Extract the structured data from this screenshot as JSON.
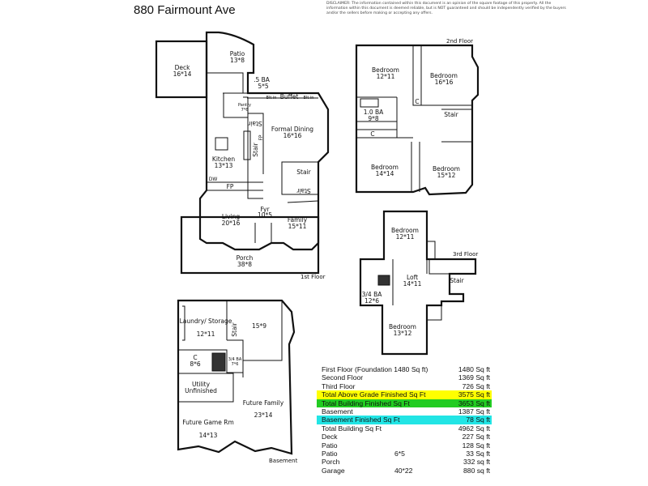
{
  "title": "880 Fairmount Ave",
  "disclaimer": "DISCLAIMER: The information contained within this document is an opinion of the square footage of this property. All the information within this document is deemed reliable, but is NOT guaranteed and should be independently verified by the buyers and/or the sellers before making or accepting any offers.",
  "first_floor": {
    "label": "1st Floor",
    "rooms": [
      {
        "name": "Deck",
        "dims": "16*14"
      },
      {
        "name": "Patio",
        "dims": "13*8"
      },
      {
        "name": ".5 BA",
        "dims": "5*5"
      },
      {
        "name": "Pantry",
        "dims": "7*6"
      },
      {
        "name": "Formal Dining",
        "dims": "16*16"
      },
      {
        "name": "Kitchen",
        "dims": "13*13"
      },
      {
        "name": "Living",
        "dims": "20*16"
      },
      {
        "name": "Fyr",
        "dims": "10*5"
      },
      {
        "name": "Family",
        "dims": "15*11"
      },
      {
        "name": "Porch",
        "dims": "38*8"
      }
    ],
    "labels": {
      "bltin": "Blt in",
      "buffet": "Buffet",
      "stair": "Stair",
      "fp": "FP",
      "dw": "DW"
    }
  },
  "second_floor": {
    "label": "2nd Floor",
    "rooms": [
      {
        "name": "Bedroom",
        "dims": "12*11"
      },
      {
        "name": "Bedroom",
        "dims": "16*16"
      },
      {
        "name": "1.0 BA",
        "dims": "9*8"
      },
      {
        "name": "Bedroom",
        "dims": "14*14"
      },
      {
        "name": "Bedroom",
        "dims": "15*12"
      }
    ],
    "stair": "Stair",
    "closet": "C"
  },
  "third_floor": {
    "label": "3rd Floor",
    "rooms": [
      {
        "name": "Bedroom",
        "dims": "12*11"
      },
      {
        "name": "Loft",
        "dims": "14*11"
      },
      {
        "name": "3/4 BA",
        "dims": "12*6"
      },
      {
        "name": "Bedroom",
        "dims": "13*12"
      }
    ],
    "stair": "Stair"
  },
  "basement": {
    "label": "Basement",
    "rooms": [
      {
        "name": "Laundry/ Storage",
        "dims": "12*11"
      },
      {
        "name": "",
        "dims": "15*9"
      },
      {
        "name": "C",
        "dims": "8*6"
      },
      {
        "name": "3/4 BA",
        "dims": "7*6"
      },
      {
        "name": "Utility",
        "dims": "Unfinished"
      },
      {
        "name": "Future Family",
        "dims": "23*14"
      },
      {
        "name": "Future Game Rm",
        "dims": "14*13"
      }
    ],
    "stair": "Stair"
  },
  "highlight_colors": {
    "yellow": "#ffff00",
    "green": "#22cc22",
    "cyan": "#22e5e5"
  },
  "area_table": [
    {
      "label": "First Floor (Foundation 1480 Sq ft)",
      "dims": "",
      "value": "1480 Sq ft",
      "highlight": ""
    },
    {
      "label": "Second Floor",
      "dims": "",
      "value": "1369 Sq ft",
      "highlight": ""
    },
    {
      "label": "Third Floor",
      "dims": "",
      "value": "726 Sq ft",
      "highlight": ""
    },
    {
      "label": "Total Above Grade Finished Sq Ft",
      "dims": "",
      "value": "3575 Sq ft",
      "highlight": "#ffff00"
    },
    {
      "label": "Total Building Finished Sq Ft",
      "dims": "",
      "value": "3653 Sq ft",
      "highlight": "#22cc22"
    },
    {
      "label": "Basement",
      "dims": "",
      "value": "1387 Sq ft",
      "highlight": ""
    },
    {
      "label": "Basement Finished Sq Ft",
      "dims": "",
      "value": "78 Sq ft",
      "highlight": "#22e5e5"
    },
    {
      "label": "Total Building Sq Ft",
      "dims": "",
      "value": "4962 Sq ft",
      "highlight": ""
    },
    {
      "label": "Deck",
      "dims": "",
      "value": "227 Sq ft",
      "highlight": ""
    },
    {
      "label": "Patio",
      "dims": "",
      "value": "128 Sq ft",
      "highlight": ""
    },
    {
      "label": "Patio",
      "dims": "6*5",
      "value": "33 Sq ft",
      "highlight": ""
    },
    {
      "label": "Porch",
      "dims": "",
      "value": "332 sq ft",
      "highlight": ""
    },
    {
      "label": "Garage",
      "dims": "40*22",
      "value": "880 sq ft",
      "highlight": ""
    }
  ]
}
